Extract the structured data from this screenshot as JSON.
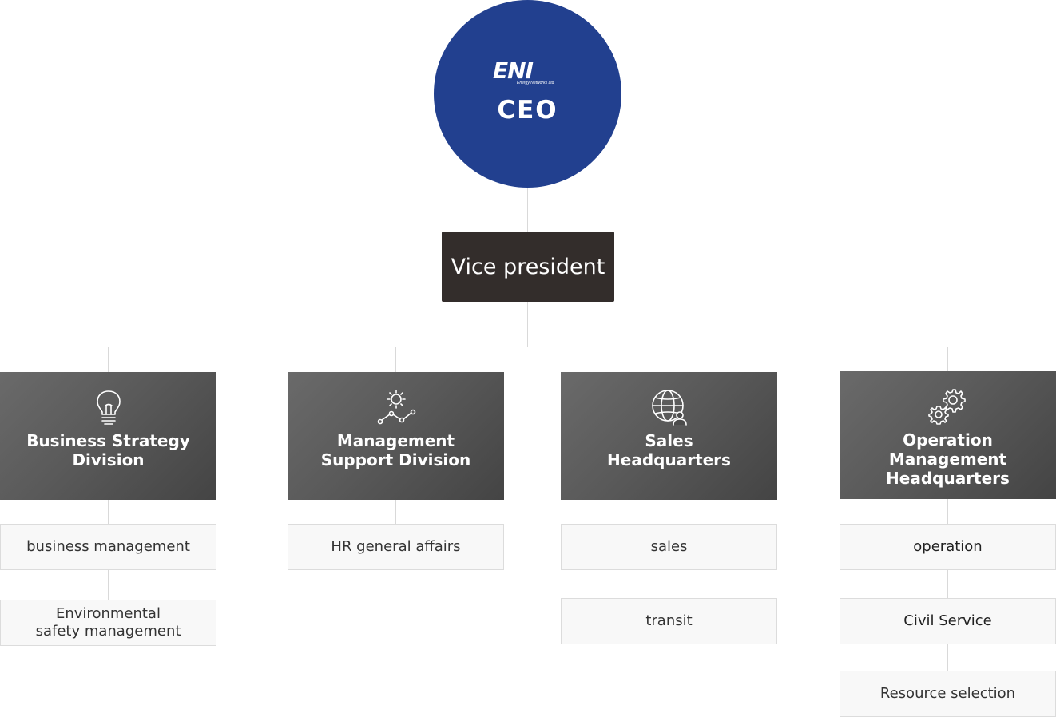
{
  "ceo": {
    "logo_mark": "ENI",
    "logo_sub": "Energy Networks Ltd",
    "title": "CEO",
    "color": "#22408f"
  },
  "vice_president": {
    "title": "Vice president",
    "color": "#332d2b"
  },
  "divisions": [
    {
      "icon": "lightbulb-icon",
      "label_lines": [
        "Business Strategy",
        "Division"
      ],
      "units": [
        "business management",
        "Environmental\nsafety management"
      ]
    },
    {
      "icon": "network-gear-icon",
      "label_lines": [
        "Management",
        "Support Division"
      ],
      "units": [
        "HR general affairs"
      ]
    },
    {
      "icon": "globe-person-icon",
      "label_lines": [
        "Sales",
        "Headquarters"
      ],
      "units": [
        "sales",
        "transit"
      ]
    },
    {
      "icon": "gears-icon",
      "label_lines": [
        "Operation",
        "Management",
        "Headquarters"
      ],
      "units": [
        "operation",
        "Civil Service",
        "Resource selection"
      ]
    }
  ]
}
